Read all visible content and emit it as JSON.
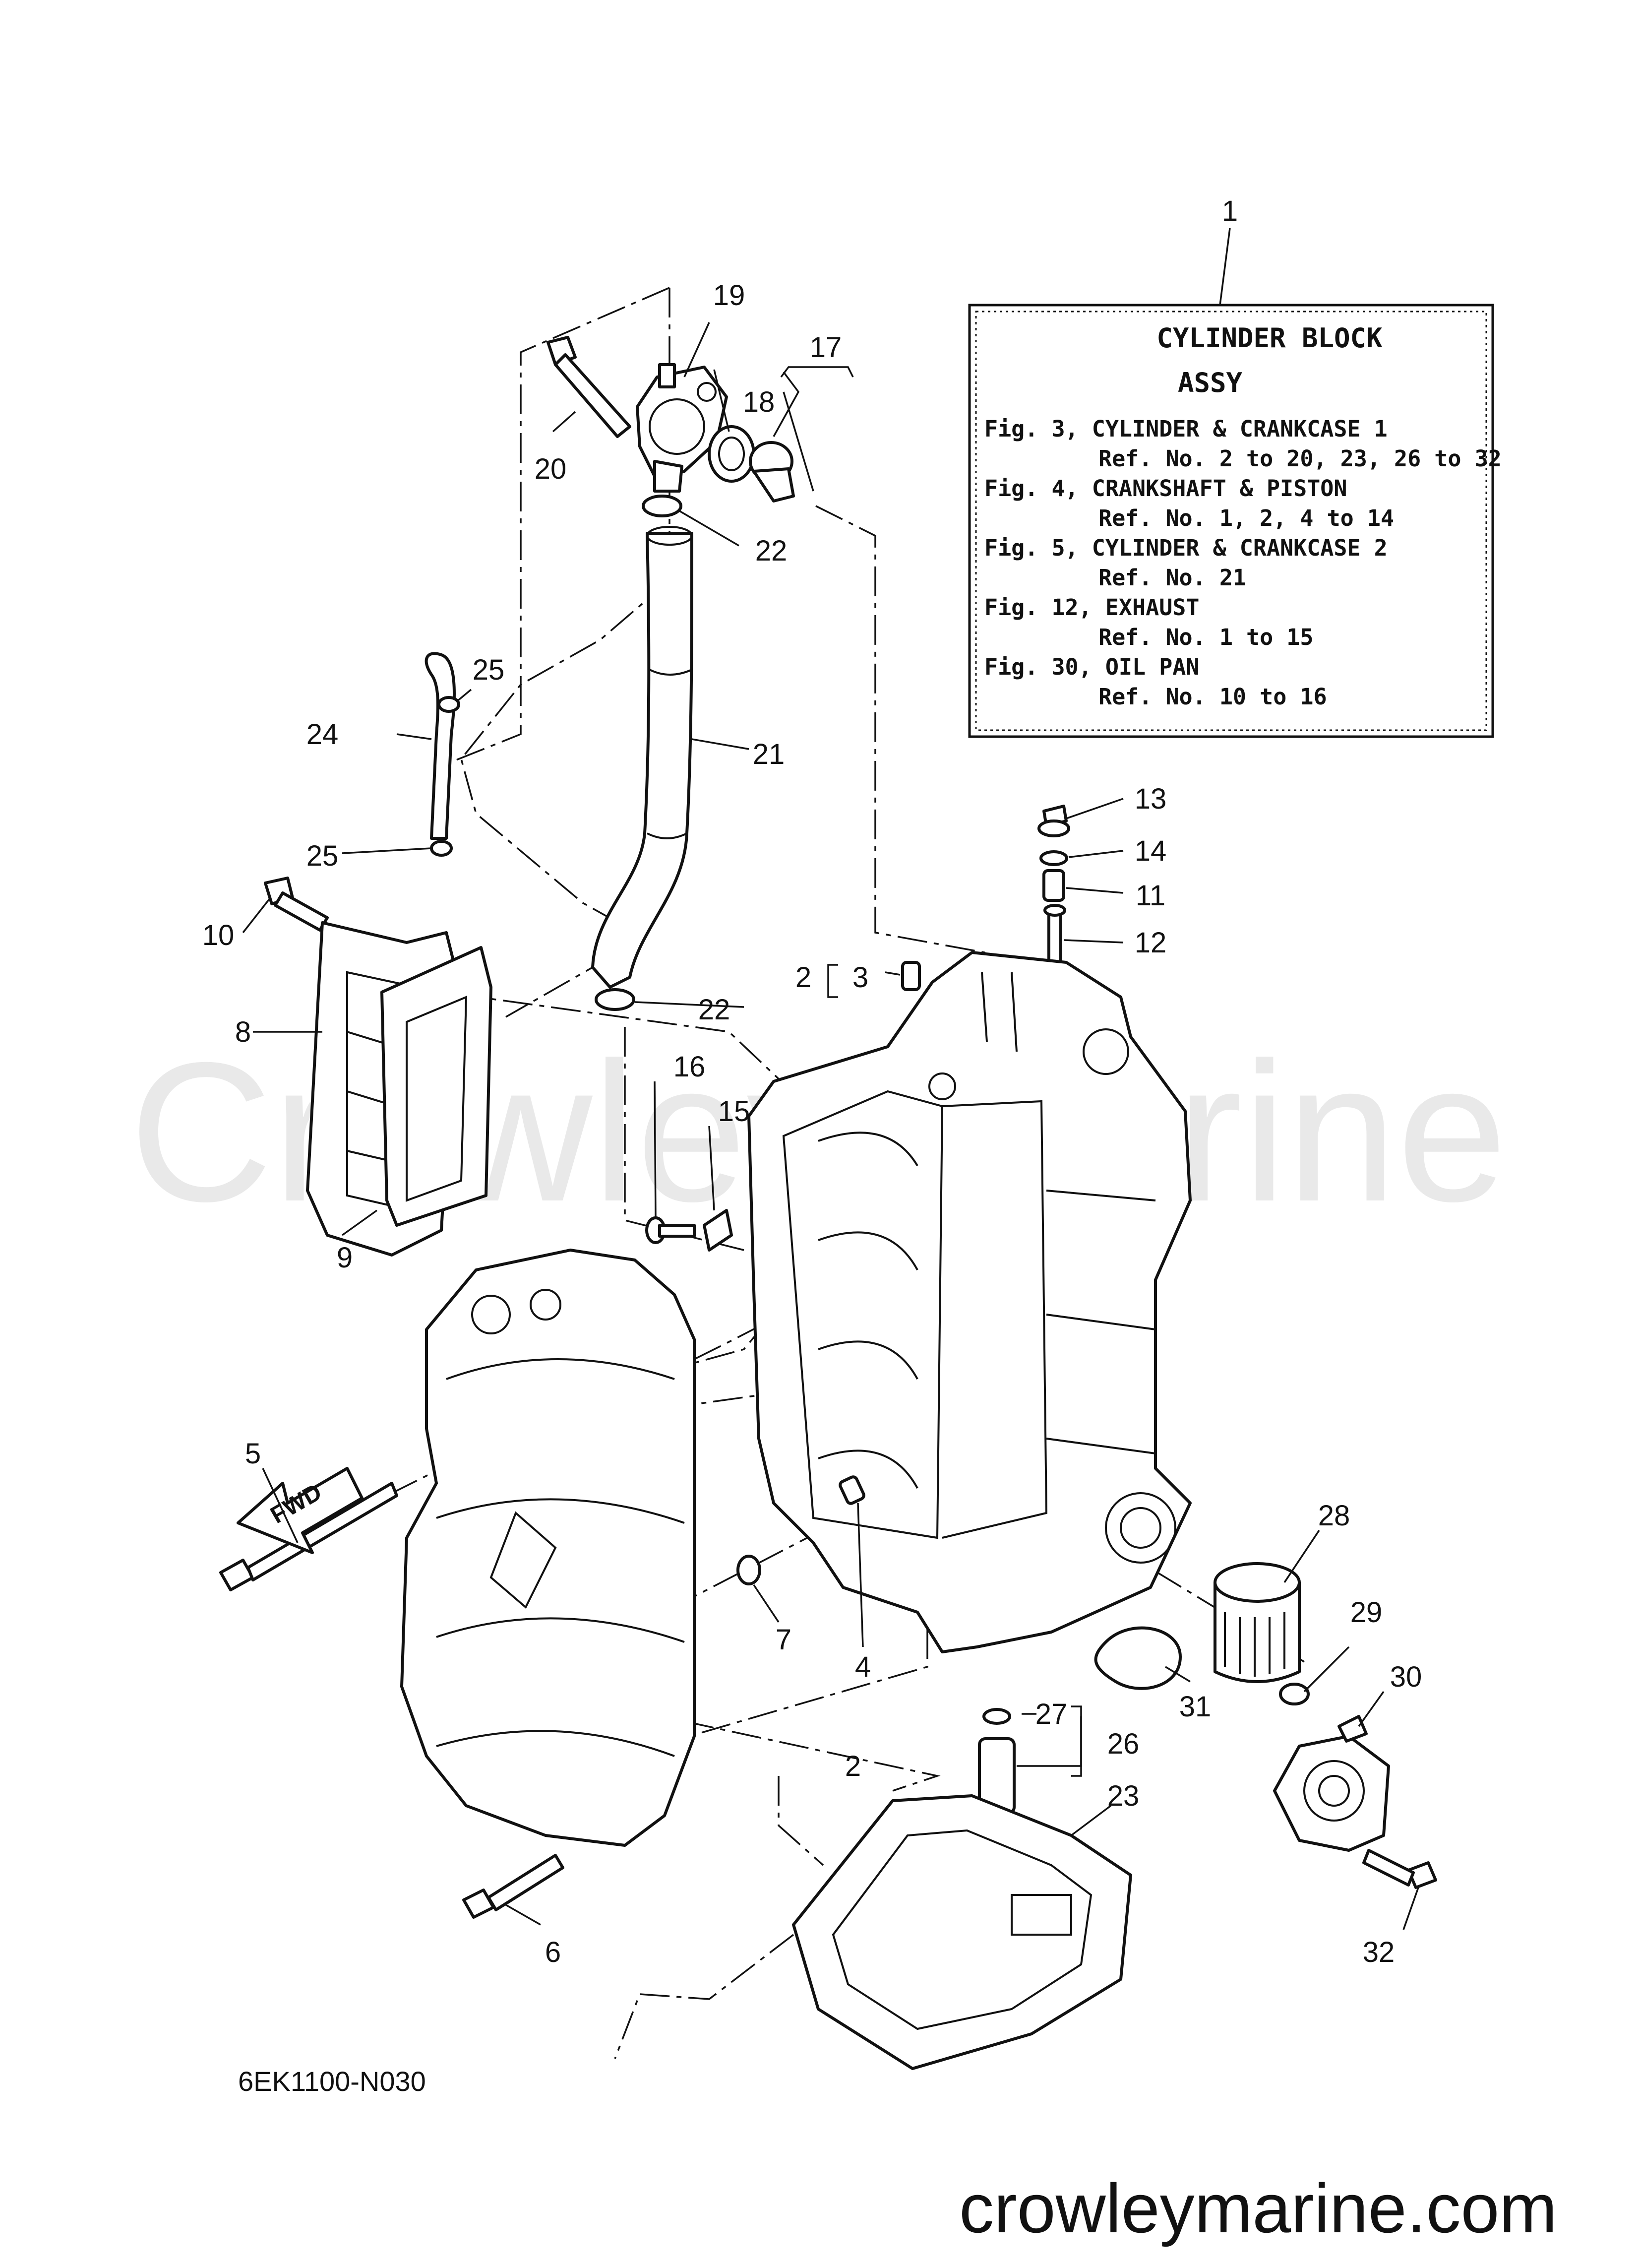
{
  "figure": {
    "drawing_code": "6EK1100-N030",
    "watermark_text": "Crowley Marine",
    "site_text": "crowleymarine.com",
    "fwd_label": "FWD"
  },
  "legend": {
    "ref": "1",
    "title_1": "CYLINDER BLOCK",
    "title_2": "ASSY",
    "lines": [
      "Fig. 3, CYLINDER & CRANKCASE 1",
      "Ref. No. 2 to 20, 23, 26 to 32",
      "Fig. 4, CRANKSHAFT & PISTON",
      "Ref. No. 1, 2, 4 to 14",
      "Fig. 5, CYLINDER & CRANKCASE 2",
      "Ref. No. 21",
      "Fig. 12, EXHAUST",
      "Ref. No. 1 to 15",
      "Fig. 30, OIL PAN",
      "Ref. No. 10 to 16"
    ]
  },
  "callouts": {
    "c1": "1",
    "c2a": "2",
    "c2b": "2",
    "c3": "3",
    "c4": "4",
    "c5": "5",
    "c6": "6",
    "c7": "7",
    "c8": "8",
    "c9": "9",
    "c10": "10",
    "c11": "11",
    "c12": "12",
    "c13": "13",
    "c14": "14",
    "c15": "15",
    "c16": "16",
    "c17": "17",
    "c18": "18",
    "c19": "19",
    "c20": "20",
    "c21": "21",
    "c22a": "22",
    "c22b": "22",
    "c23": "23",
    "c24": "24",
    "c25a": "25",
    "c25b": "25",
    "c26": "26",
    "c27": "27",
    "c28": "28",
    "c29": "29",
    "c30": "30",
    "c31": "31",
    "c32": "32"
  }
}
